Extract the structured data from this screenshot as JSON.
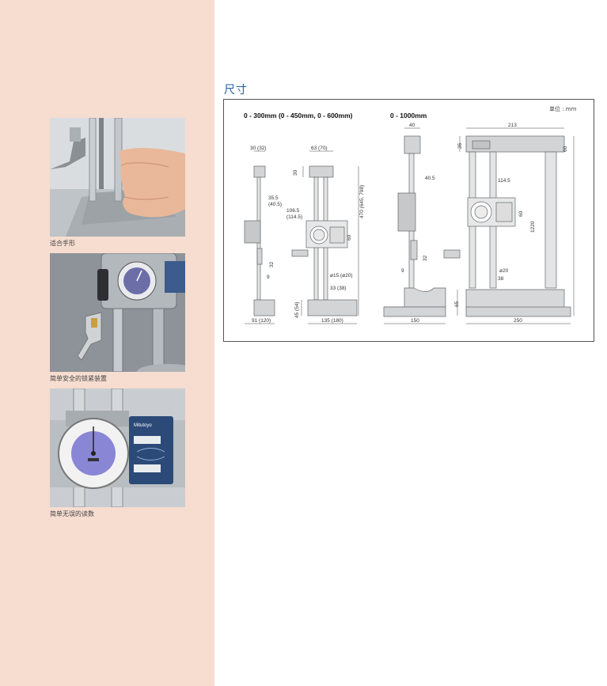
{
  "left_panel": {
    "captions": [
      "适合手形",
      "简单安全的锁紧装置",
      "简单无误的读数"
    ],
    "dial_brand": "Mitutoyo"
  },
  "section": {
    "title": "尺寸"
  },
  "diagram": {
    "unit_label": "单位 : mm",
    "range_small": "0 - 300mm (0 - 450mm, 0 - 600mm)",
    "range_large": "0 - 1000mm",
    "small_dims": {
      "top_width": "30 (32)",
      "head_width": "63 (70)",
      "head_height": "30",
      "offset_a": "35.5",
      "offset_a2": "(40.5)",
      "offset_b": "106.5",
      "offset_b2": "(114.5)",
      "height": "470 (645, 798)",
      "dial_h": "60",
      "scriber": "32",
      "nine": "9",
      "phi15": "ø15 (ø20)",
      "thirtythree": "33 (38)",
      "base_h": "45 (54)",
      "base_w1": "91 (120)",
      "base_w2": "135 (180)"
    },
    "large_dims": {
      "top_width": "40",
      "offset": "40.5",
      "overall_w": "213",
      "top_h": "35",
      "top_h2": "60",
      "offset2": "114.5",
      "dial_h": "60",
      "height": "1220",
      "scriber": "32",
      "nine": "9",
      "phi20": "ø20",
      "thirtyeight": "38",
      "base_h": "65",
      "base_w1": "150",
      "base_w2": "250"
    }
  }
}
